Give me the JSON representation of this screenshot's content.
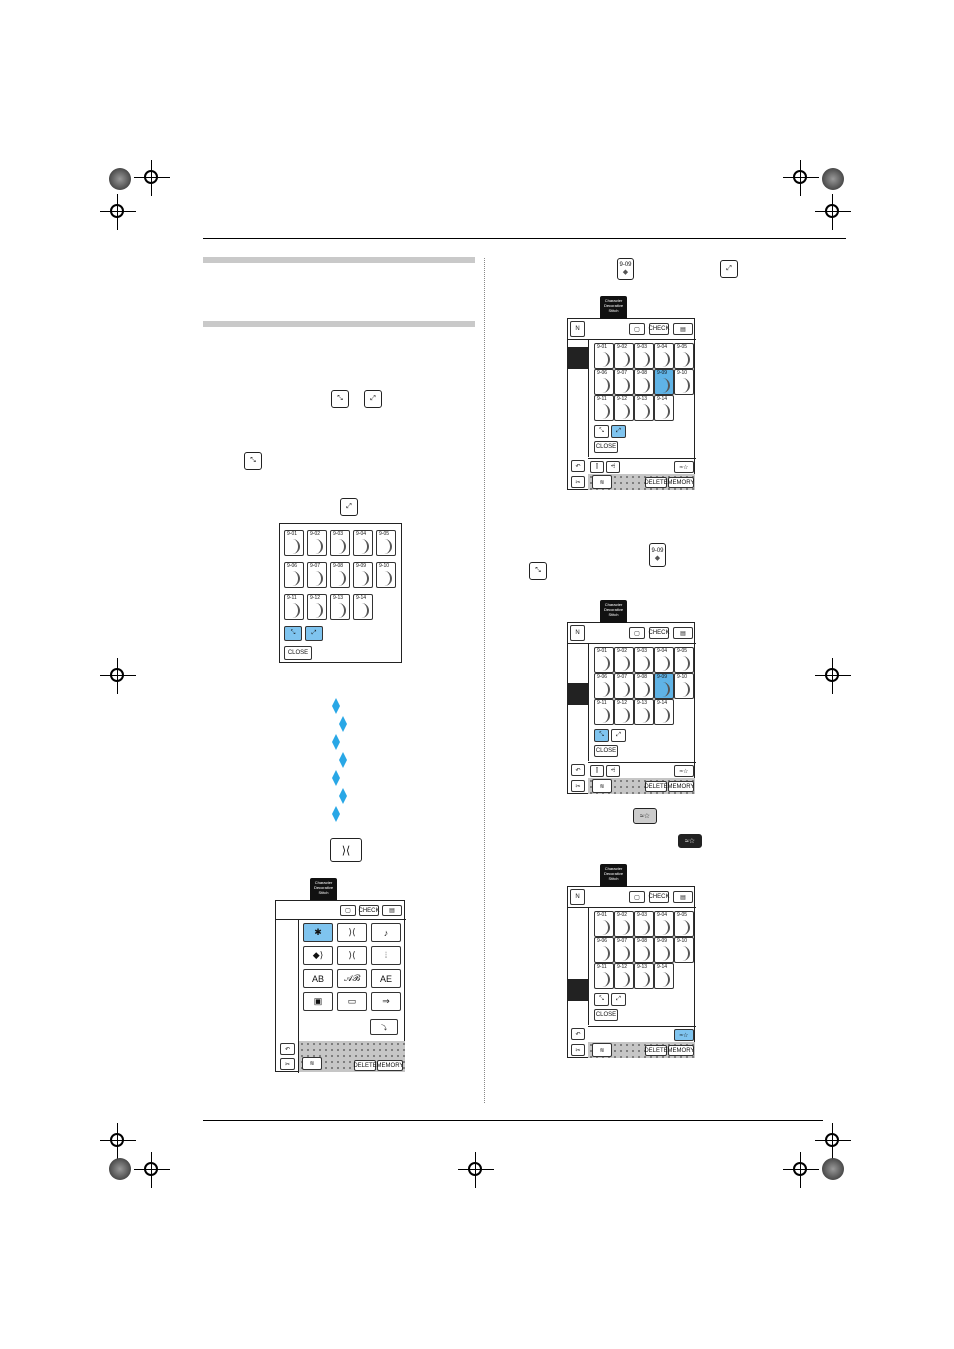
{
  "panel_screen": {
    "tag_line1": "Character",
    "tag_line2": "Decorative",
    "tag_line3": "Stitch",
    "check_label": "CHECK",
    "close_label": "CLOSE",
    "delete_label": "DELETE",
    "memory_label": "MEMORY",
    "n_label": "N"
  },
  "pattern_codes": [
    "9-01",
    "9-02",
    "9-03",
    "9-04",
    "9-05",
    "9-06",
    "9-07",
    "9-08",
    "9-09",
    "9-10",
    "9-11",
    "9-12",
    "9-13",
    "9-14"
  ],
  "inline_icon_code": "9-09",
  "colors": {
    "accent_blue": "#29a7e6",
    "selection_blue": "#7fc4ef",
    "rule": "#000000",
    "section_bar": "#c9c9c9"
  },
  "icons": [
    "mirror-left-icon",
    "mirror-right-icon",
    "stitch-pattern-icon",
    "diamond-stitch-icon",
    "registration-mark-icon"
  ]
}
